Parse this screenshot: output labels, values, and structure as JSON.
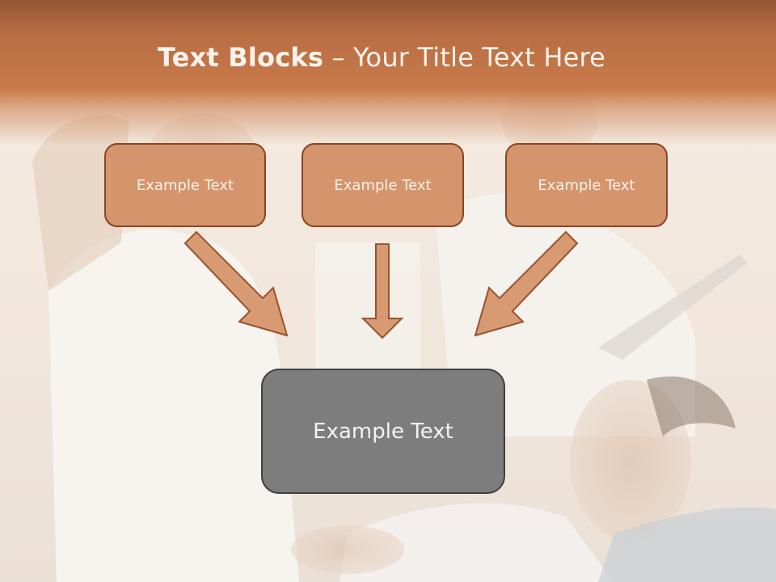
{
  "slide": {
    "title_bold": "Text Blocks",
    "title_rest": " – Your Title Text Here",
    "boxes": [
      {
        "label": "Example Text"
      },
      {
        "label": "Example Text"
      },
      {
        "label": "Example Text"
      }
    ],
    "center": {
      "label": "Example Text"
    }
  },
  "colors": {
    "title_band": "#c97a4a",
    "box_fill": "#d4956d",
    "box_border": "#8a4524",
    "arrow_fill": "#d89a72",
    "center_fill": "#7d7d7d",
    "center_border": "#404040"
  }
}
